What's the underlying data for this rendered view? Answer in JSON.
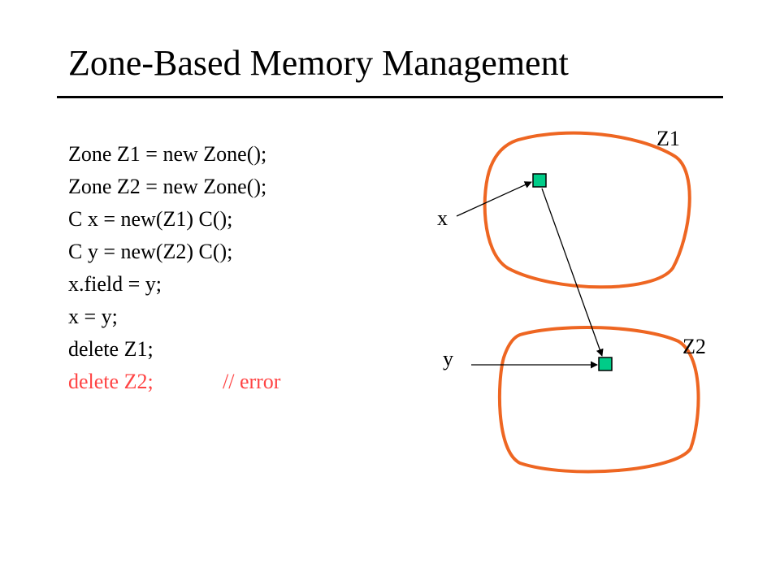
{
  "slide": {
    "title": "Zone-Based Memory Management",
    "code_lines": [
      {
        "text": "Zone Z1 = new Zone();"
      },
      {
        "text": "Zone Z2 = new Zone();"
      },
      {
        "text": "C x = new(Z1) C();"
      },
      {
        "text": "C y = new(Z2) C();"
      },
      {
        "text": "x.field = y;"
      },
      {
        "text": "x = y;"
      },
      {
        "text": "delete Z1;"
      },
      {
        "text": "delete Z2;",
        "comment": "// error"
      }
    ]
  },
  "diagram": {
    "zone1_label": "Z1",
    "zone2_label": "Z2",
    "var_x": "x",
    "var_y": "y"
  },
  "colors": {
    "zone_stroke": "#ee6622",
    "object_fill": "#00cc88",
    "error_text": "#ff4444"
  }
}
